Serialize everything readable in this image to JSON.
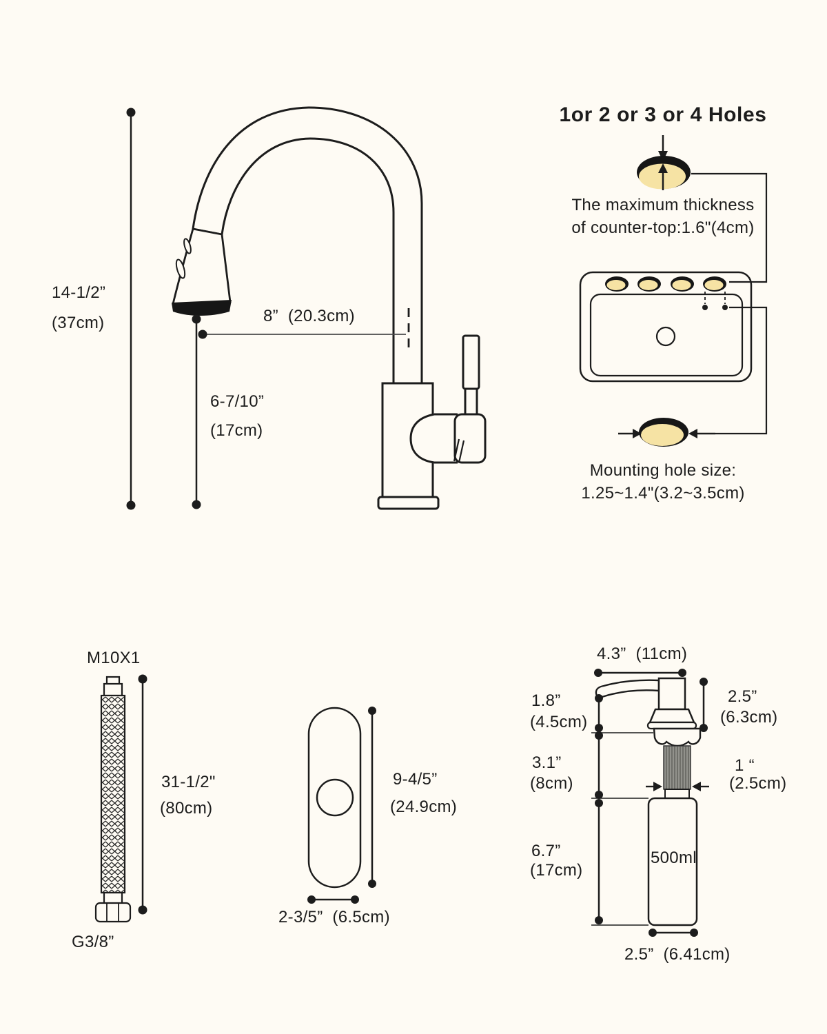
{
  "colors": {
    "background": "#FEFBF4",
    "ink": "#1C1C1C",
    "hole_yellow": "#F6E3A4",
    "reach_line_gray": "#4A4A4A"
  },
  "faucet": {
    "height_in": "14-1/2”",
    "height_cm": "(37cm)",
    "reach": "8”  (20.3cm)",
    "spout_height_in": "6-7/10”",
    "spout_height_cm": "(17cm)"
  },
  "installation": {
    "title": "1or 2 or 3 or 4 Holes",
    "max_thickness_line1": "The maximum thickness",
    "max_thickness_line2": "of counter-top:1.6\"(4cm)",
    "mounting_line1": "Mounting hole size:",
    "mounting_line2": "1.25~1.4\"(3.2~3.5cm)"
  },
  "hose": {
    "thread_top": "M10X1",
    "thread_bottom": "G3/8”",
    "length_in": "31-1/2\"",
    "length_cm": "(80cm)"
  },
  "deck_plate": {
    "length_in": "9-4/5”",
    "length_cm": "(24.9cm)",
    "width": "2-3/5”  (6.5cm)"
  },
  "dispenser": {
    "head_width": "4.3”  (11cm)",
    "spout_clearance_in": "1.8”",
    "spout_clearance_cm": "(4.5cm)",
    "head_height_in": "2.5”",
    "head_height_cm": "(6.3cm)",
    "thread_length_in": "3.1”",
    "thread_length_cm": "(8cm)",
    "thread_diameter_in": "1 “",
    "thread_diameter_cm": "(2.5cm)",
    "bottle_height_in": "6.7”",
    "bottle_height_cm": "(17cm)",
    "bottle_volume": "500ml",
    "bottle_width": "2.5”  (6.41cm)"
  }
}
